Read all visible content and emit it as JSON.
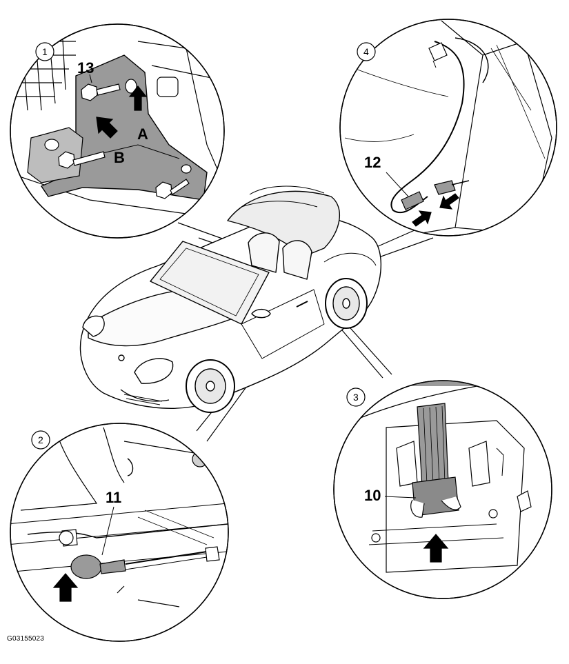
{
  "figure_id": "G03155023",
  "details": [
    {
      "number": "1",
      "callouts": [
        "13",
        "A",
        "B"
      ]
    },
    {
      "number": "2",
      "callouts": [
        "11"
      ]
    },
    {
      "number": "3",
      "callouts": [
        "10"
      ]
    },
    {
      "number": "4",
      "callouts": [
        "12"
      ]
    }
  ],
  "colors": {
    "line": "#000000",
    "part_fill": "#9a9a9a",
    "background": "#ffffff"
  }
}
